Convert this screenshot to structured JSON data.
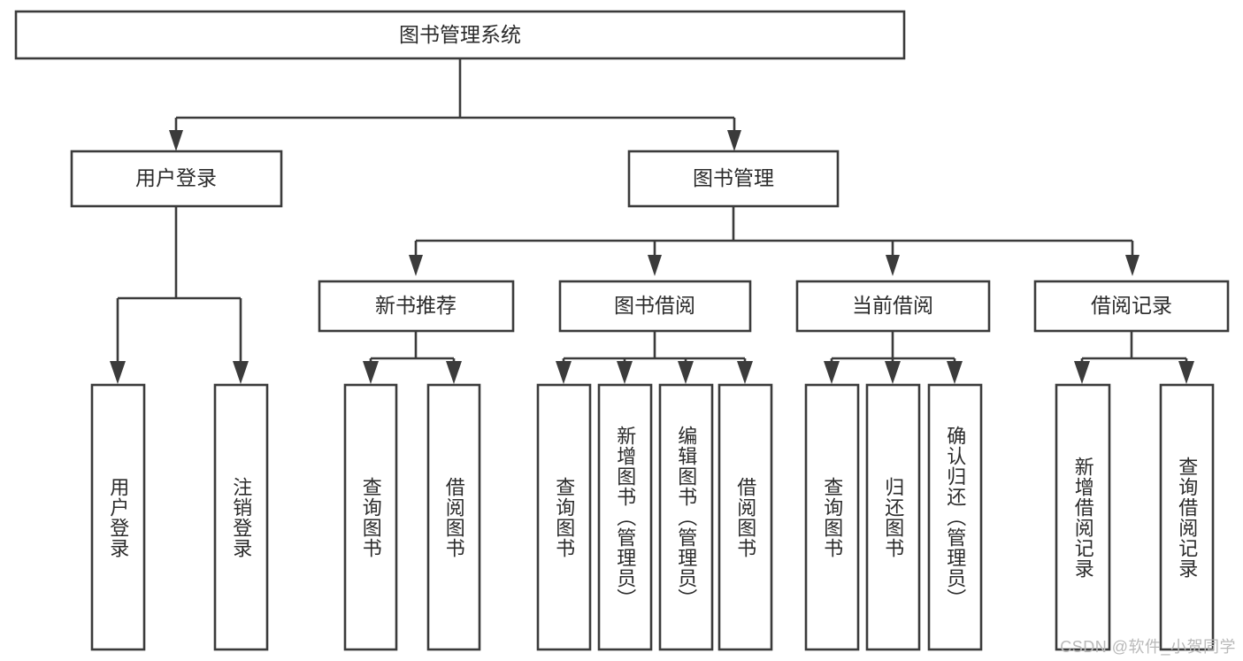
{
  "diagram": {
    "type": "hierarchy-tree",
    "title": "图书管理系统",
    "orientation": "top-down",
    "levels": 4,
    "colors": {
      "box_fill": "#ffffff",
      "box_stroke": "#3b3b3b",
      "text": "#2b2b2b",
      "background": "#ffffff",
      "watermark": "#b9b9b9"
    },
    "root": {
      "label": "图书管理系统"
    },
    "level2": [
      {
        "label": "用户登录"
      },
      {
        "label": "图书管理"
      }
    ],
    "level3": [
      {
        "label": "新书推荐"
      },
      {
        "label": "图书借阅"
      },
      {
        "label": "当前借阅"
      },
      {
        "label": "借阅记录"
      }
    ],
    "leaves": {
      "user_login": [
        {
          "label": "用户登录"
        },
        {
          "label": "注销登录"
        }
      ],
      "new_book_recommend": [
        {
          "label": "查询图书"
        },
        {
          "label": "借阅图书"
        }
      ],
      "book_borrow": [
        {
          "label": "查询图书"
        },
        {
          "label": "新增图书（管理员）"
        },
        {
          "label": "编辑图书（管理员）"
        },
        {
          "label": "借阅图书"
        }
      ],
      "current_borrow": [
        {
          "label": "查询图书"
        },
        {
          "label": "归还图书"
        },
        {
          "label": "确认归还（管理员）"
        }
      ],
      "borrow_record": [
        {
          "label": "新增借阅记录"
        },
        {
          "label": "查询借阅记录"
        }
      ]
    }
  },
  "watermark": {
    "text": "CSDN @软件_小贺同学"
  }
}
